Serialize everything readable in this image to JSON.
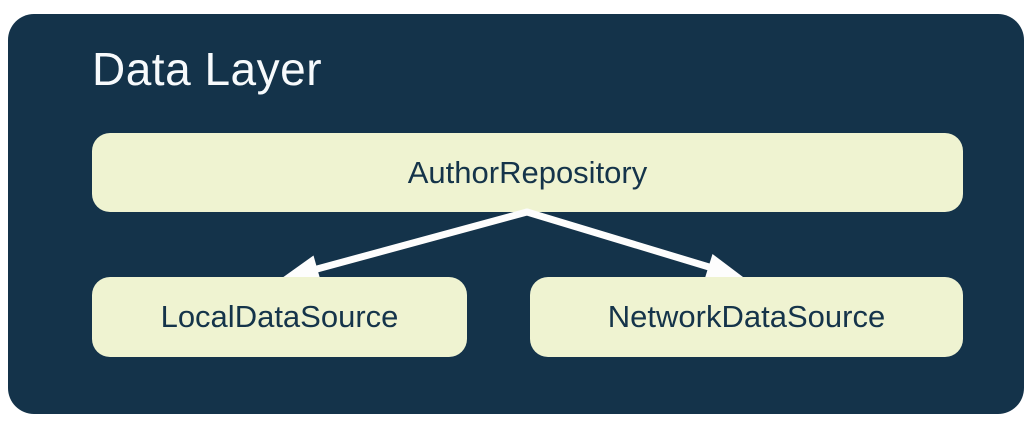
{
  "diagram": {
    "title": "Data Layer",
    "nodes": [
      {
        "id": "author-repository",
        "label": "AuthorRepository"
      },
      {
        "id": "local-data-source",
        "label": "LocalDataSource"
      },
      {
        "id": "network-data-source",
        "label": "NetworkDataSource"
      }
    ],
    "edges": [
      {
        "from": "AuthorRepository",
        "to": "LocalDataSource",
        "style": "arrow"
      },
      {
        "from": "AuthorRepository",
        "to": "NetworkDataSource",
        "style": "arrow"
      }
    ],
    "colors": {
      "page_bg": "#FFFFFF",
      "container_bg": "#14334A",
      "node_bg": "#EFF3D1",
      "node_text": "#15344A",
      "title_text": "#F7FAFC",
      "arrow": "#FDFDFD"
    }
  }
}
